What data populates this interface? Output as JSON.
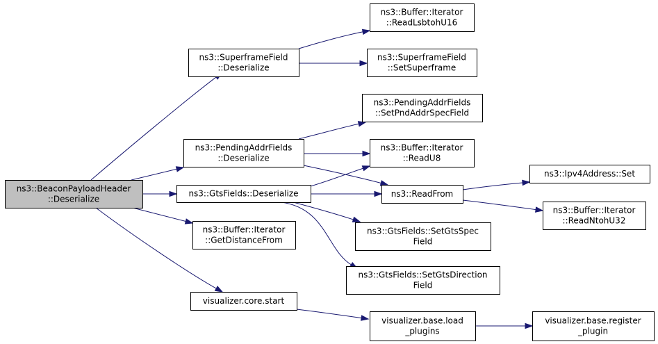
{
  "graph": {
    "edge_color": "#191970",
    "root_fill": "#bfbfbf",
    "nodes": [
      {
        "id": "root",
        "lines": [
          "ns3::BeaconPayloadHeader",
          "::Deserialize"
        ],
        "is_root": true
      },
      {
        "id": "superframe_deser",
        "lines": [
          "ns3::SuperframeField",
          "::Deserialize"
        ]
      },
      {
        "id": "pending_deser",
        "lines": [
          "ns3::PendingAddrFields",
          "::Deserialize"
        ]
      },
      {
        "id": "gts_deser",
        "lines": [
          "ns3::GtsFields::Deserialize"
        ]
      },
      {
        "id": "get_distance",
        "lines": [
          "ns3::Buffer::Iterator",
          "::GetDistanceFrom"
        ]
      },
      {
        "id": "viz_start",
        "lines": [
          "visualizer.core.start"
        ]
      },
      {
        "id": "read_lsbtoh",
        "lines": [
          "ns3::Buffer::Iterator",
          "::ReadLsbtohU16"
        ]
      },
      {
        "id": "set_superframe",
        "lines": [
          "ns3::SuperframeField",
          "::SetSuperframe"
        ]
      },
      {
        "id": "set_pnd",
        "lines": [
          "ns3::PendingAddrFields",
          "::SetPndAddrSpecField"
        ]
      },
      {
        "id": "read_u8",
        "lines": [
          "ns3::Buffer::Iterator",
          "::ReadU8"
        ]
      },
      {
        "id": "read_from",
        "lines": [
          "ns3::ReadFrom"
        ]
      },
      {
        "id": "set_gts_spec",
        "lines": [
          "ns3::GtsFields::SetGtsSpec",
          "Field"
        ]
      },
      {
        "id": "set_gts_dir",
        "lines": [
          "ns3::GtsFields::SetGtsDirection",
          "Field"
        ]
      },
      {
        "id": "load_plugins",
        "lines": [
          "visualizer.base.load",
          "_plugins"
        ]
      },
      {
        "id": "ipv4_set",
        "lines": [
          "ns3::Ipv4Address::Set"
        ]
      },
      {
        "id": "read_ntoh",
        "lines": [
          "ns3::Buffer::Iterator",
          "::ReadNtohU32"
        ]
      },
      {
        "id": "register_plugin",
        "lines": [
          "visualizer.base.register",
          "_plugin"
        ]
      }
    ],
    "edges": [
      [
        "root",
        "superframe_deser"
      ],
      [
        "root",
        "pending_deser"
      ],
      [
        "root",
        "gts_deser"
      ],
      [
        "root",
        "get_distance"
      ],
      [
        "root",
        "viz_start"
      ],
      [
        "superframe_deser",
        "read_lsbtoh"
      ],
      [
        "superframe_deser",
        "set_superframe"
      ],
      [
        "pending_deser",
        "set_pnd"
      ],
      [
        "pending_deser",
        "read_u8"
      ],
      [
        "pending_deser",
        "read_from"
      ],
      [
        "gts_deser",
        "read_u8"
      ],
      [
        "gts_deser",
        "read_from"
      ],
      [
        "gts_deser",
        "set_gts_spec"
      ],
      [
        "gts_deser",
        "set_gts_dir"
      ],
      [
        "read_from",
        "ipv4_set"
      ],
      [
        "read_from",
        "read_ntoh"
      ],
      [
        "viz_start",
        "load_plugins"
      ],
      [
        "load_plugins",
        "register_plugin"
      ]
    ]
  }
}
